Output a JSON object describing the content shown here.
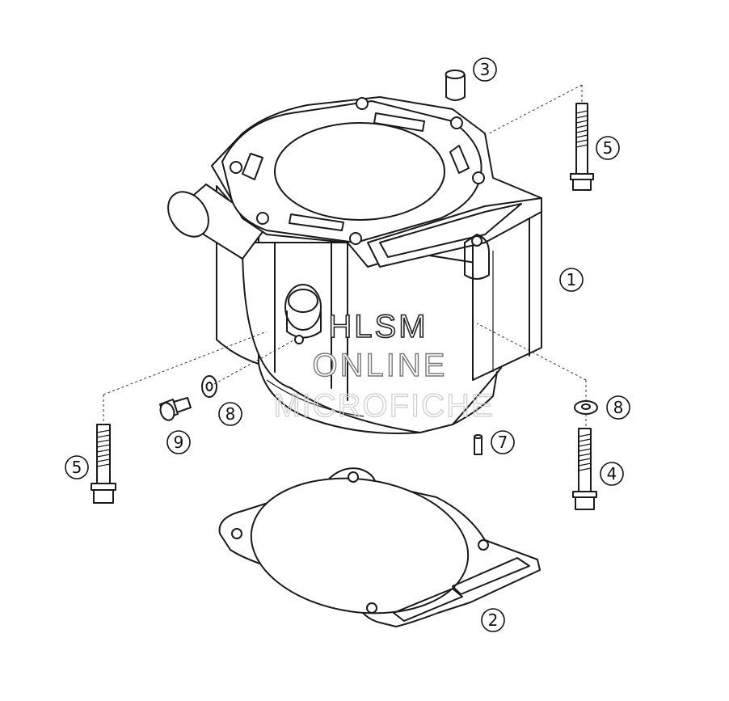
{
  "callouts": [
    {
      "id": "c1",
      "label": "1"
    },
    {
      "id": "c2",
      "label": "2"
    },
    {
      "id": "c3",
      "label": "3"
    },
    {
      "id": "c4",
      "label": "4"
    },
    {
      "id": "c5a",
      "label": "5"
    },
    {
      "id": "c5b",
      "label": "5"
    },
    {
      "id": "c7",
      "label": "7"
    },
    {
      "id": "c8a",
      "label": "8"
    },
    {
      "id": "c8b",
      "label": "8"
    },
    {
      "id": "c9",
      "label": "9"
    }
  ],
  "watermark": {
    "line1": "HLSM",
    "line2": "ONLINE",
    "line3": "MICROFICHE"
  }
}
